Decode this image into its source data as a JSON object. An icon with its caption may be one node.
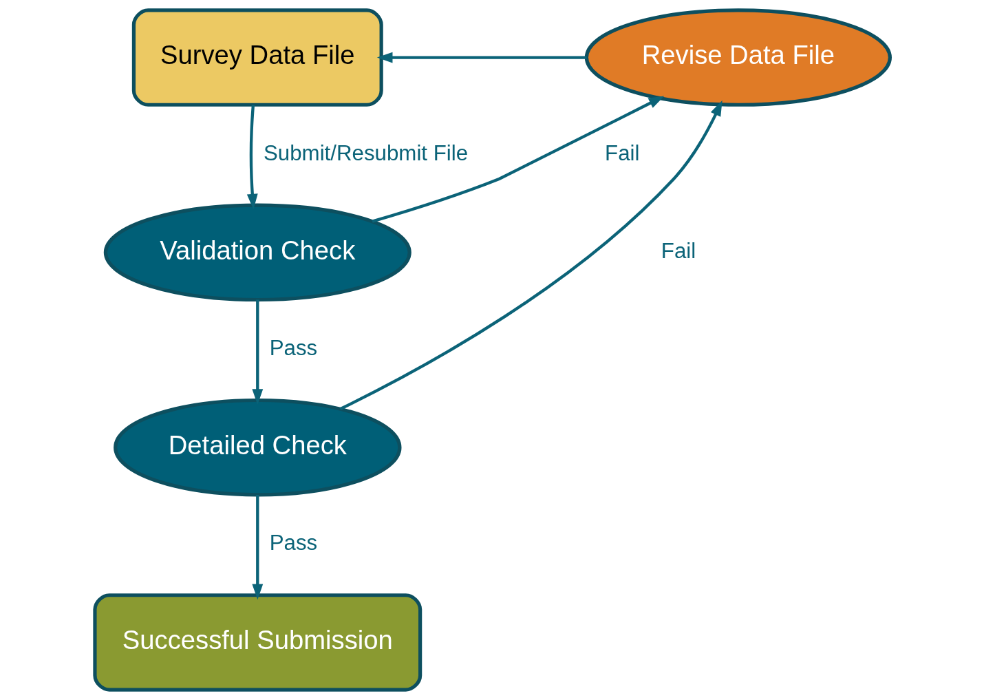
{
  "diagram": {
    "nodes": [
      {
        "text": [
          "Survey Data File"
        ]
      },
      {
        "text": [
          "Validation Check"
        ]
      },
      {
        "text": [
          "Detailed Check"
        ]
      },
      {
        "text": [
          "Successful Submission"
        ]
      },
      {
        "text": [
          "Revise Data File"
        ]
      }
    ],
    "edges": [
      {
        "from": 0,
        "to": 1,
        "arrow": "to",
        "label": "Submit/Resubmit File"
      },
      {
        "from": 1,
        "to": 2,
        "arrow": "to",
        "label": "Pass"
      },
      {
        "from": 2,
        "to": 3,
        "arrow": "to",
        "label": "Pass"
      },
      {
        "from": 1,
        "to": 4,
        "arrow": "to",
        "label": "Fail"
      },
      {
        "from": 2,
        "to": 4,
        "arrow": "to",
        "label": "Fail"
      },
      {
        "from": 4,
        "to": 0,
        "arrow": "to"
      }
    ]
  }
}
